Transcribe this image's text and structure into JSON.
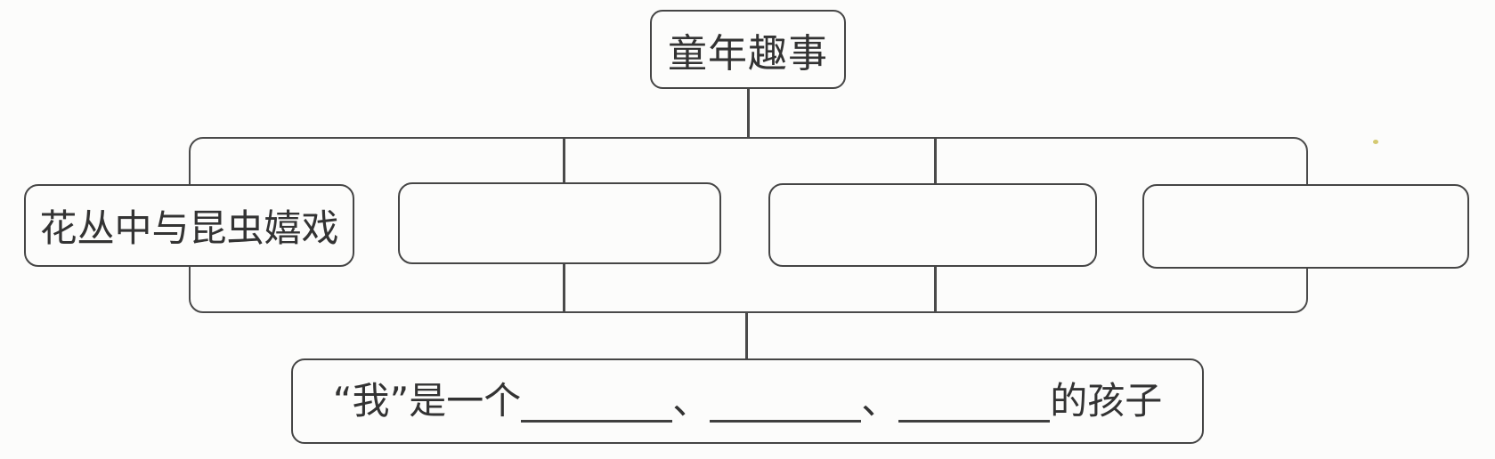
{
  "diagram": {
    "root_label": "童年趣事",
    "branches": [
      {
        "label": "花丛中与昆虫嬉戏"
      },
      {
        "label": ""
      },
      {
        "label": ""
      },
      {
        "label": ""
      }
    ],
    "conclusion": {
      "prefix": "“我”是一个",
      "separator": "、",
      "suffix": "的孩子",
      "blank_count": 3
    }
  },
  "colors": {
    "line": "#4a4a4a",
    "text": "#333333",
    "background": "#fcfcfb",
    "artifact_dot": "#cdc058"
  }
}
